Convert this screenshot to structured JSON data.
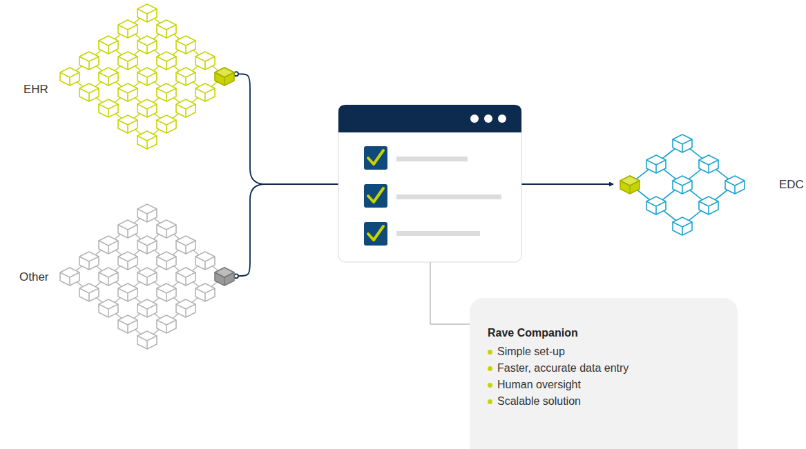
{
  "diagram": {
    "nodes": [
      {
        "text": [
          "EHR"
        ]
      },
      {
        "text": [
          "Other"
        ]
      },
      {
        "text": [
          "EDC"
        ]
      },
      {
        "text": [
          "Rave Companion",
          "Simple set-up",
          "Faster, accurate data entry",
          "Human oversight",
          "Scalable solution"
        ]
      }
    ],
    "edges": [
      {
        "from": 0,
        "to": 2,
        "arrow": "to"
      },
      {
        "from": 1,
        "to": 2,
        "arrow": "to"
      }
    ]
  }
}
